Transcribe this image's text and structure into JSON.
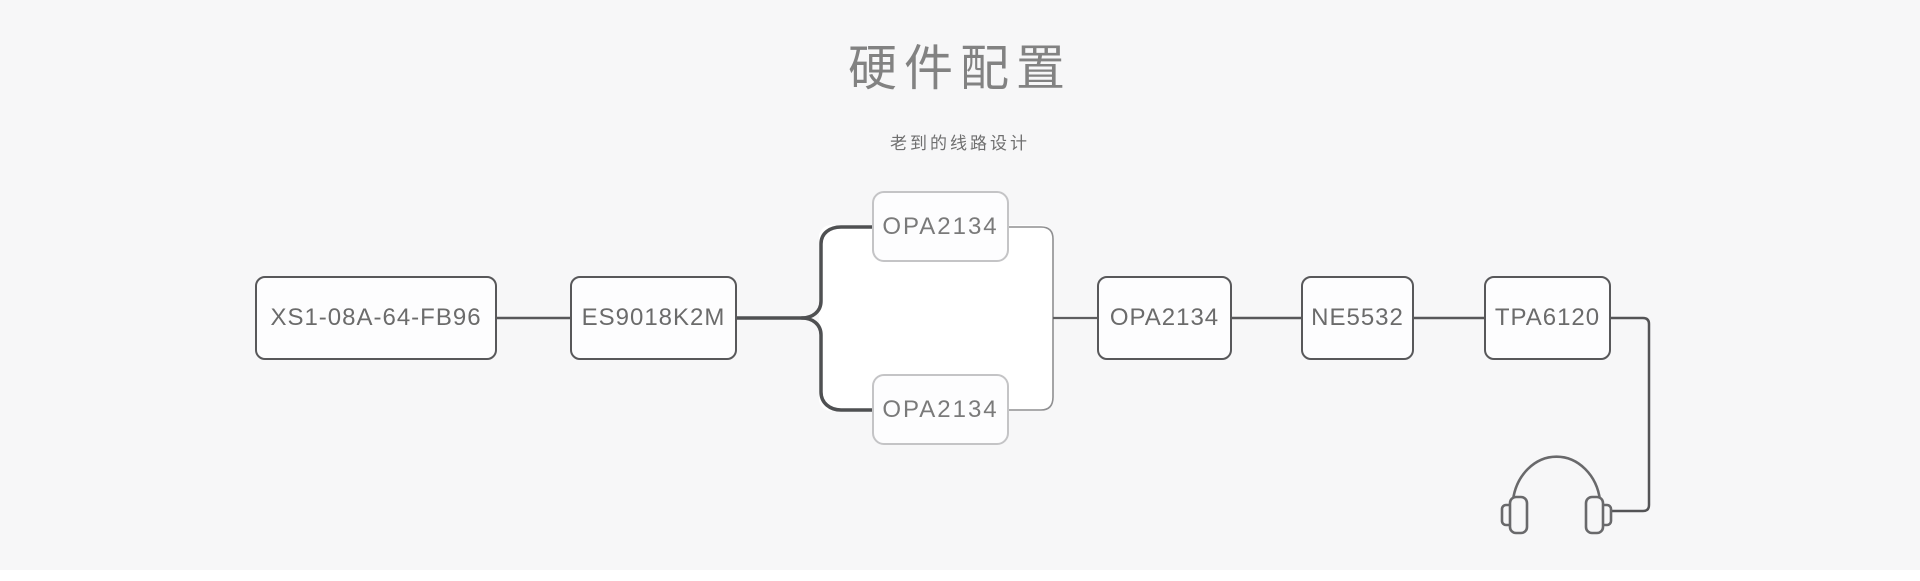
{
  "header": {
    "title": "硬件配置",
    "subtitle": "老到的线路设计"
  },
  "colors": {
    "background": "#f7f7f8",
    "box_fill": "#fdfdfe",
    "box_border_dark": "#58585a",
    "box_border_light": "#c4c4c6",
    "connector_thick": "#4f5052",
    "connector_thin": "#8f8f91",
    "label_text": "#6b6b6b",
    "title_text": "#828282"
  },
  "diagram": {
    "nodes": [
      {
        "label": "XS1-08A-64-FB96",
        "variant": "dark"
      },
      {
        "label": "ES9018K2M",
        "variant": "dark"
      },
      {
        "label": "OPA2134",
        "variant": "light"
      },
      {
        "label": "OPA2134",
        "variant": "light"
      },
      {
        "label": "OPA2134",
        "variant": "dark"
      },
      {
        "label": "NE5532",
        "variant": "dark"
      },
      {
        "label": "TPA6120",
        "variant": "dark"
      }
    ],
    "output_device": "headphones"
  }
}
